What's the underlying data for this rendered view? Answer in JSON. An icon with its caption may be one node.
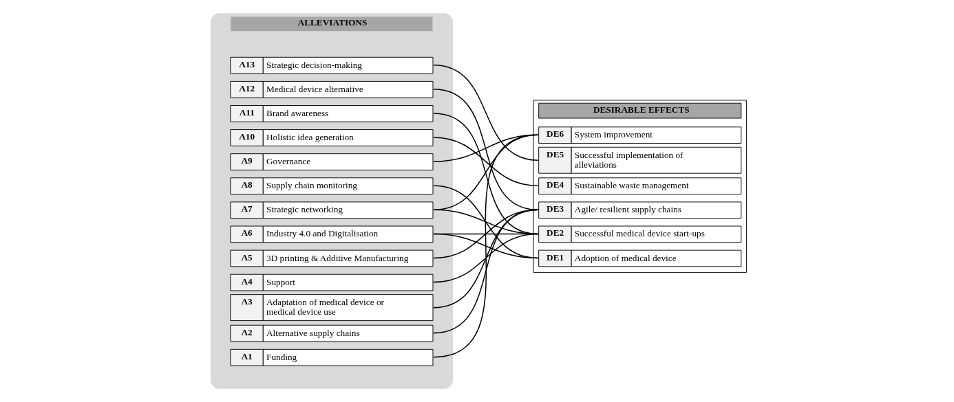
{
  "diagram": {
    "nodes": [
      {
        "text": [
          "ALLEVIATIONS"
        ]
      },
      {
        "text": [
          "A1",
          "Funding"
        ],
        "in": 0
      },
      {
        "text": [
          "A2",
          "Alternative supply chains"
        ],
        "in": 0
      },
      {
        "text": [
          "A3",
          "Adaptation of medical device or medical device use"
        ],
        "in": 0
      },
      {
        "text": [
          "A4",
          "Support"
        ],
        "in": 0
      },
      {
        "text": [
          "A5",
          "3D printing & Additive Manufacturing"
        ],
        "in": 0
      },
      {
        "text": [
          "A6",
          "Industry 4.0 and Digitalisation"
        ],
        "in": 0
      },
      {
        "text": [
          "A7",
          "Strategic networking"
        ],
        "in": 0
      },
      {
        "text": [
          "A8",
          "Supply chain monitoring"
        ],
        "in": 0
      },
      {
        "text": [
          "A9",
          "Governance"
        ],
        "in": 0
      },
      {
        "text": [
          "A10",
          "Holistic idea generation"
        ],
        "in": 0
      },
      {
        "text": [
          "A11",
          "Brand awareness"
        ],
        "in": 0
      },
      {
        "text": [
          "A12",
          "Medical device alternative"
        ],
        "in": 0
      },
      {
        "text": [
          "A13",
          "Strategic decision-making"
        ],
        "in": 0
      },
      {
        "text": [
          "DESIRABLE EFFECTS"
        ]
      },
      {
        "text": [
          "DE1",
          "Adoption of medical device"
        ],
        "in": 14
      },
      {
        "text": [
          "DE2",
          "Successful medical device start-ups"
        ],
        "in": 14
      },
      {
        "text": [
          "DE3",
          "Agile/ resilient supply chains"
        ],
        "in": 14
      },
      {
        "text": [
          "DE4",
          "Sustainable waste management"
        ],
        "in": 14
      },
      {
        "text": [
          "DE5",
          "Successful implementation of alleviations"
        ],
        "in": 14
      },
      {
        "text": [
          "DE6",
          "System improvement"
        ],
        "in": 14
      }
    ],
    "edges": [
      {
        "from": 1,
        "to": 20,
        "arrow": "none"
      },
      {
        "from": 2,
        "to": 17,
        "arrow": "none"
      },
      {
        "from": 3,
        "to": 17,
        "arrow": "none"
      },
      {
        "from": 4,
        "to": 16,
        "arrow": "none"
      },
      {
        "from": 5,
        "to": 17,
        "arrow": "none"
      },
      {
        "from": 6,
        "to": 15,
        "arrow": "none"
      },
      {
        "from": 6,
        "to": 16,
        "arrow": "none"
      },
      {
        "from": 7,
        "to": 16,
        "arrow": "none"
      },
      {
        "from": 7,
        "to": 20,
        "arrow": "none"
      },
      {
        "from": 8,
        "to": 15,
        "arrow": "none"
      },
      {
        "from": 9,
        "to": 20,
        "arrow": "none"
      },
      {
        "from": 10,
        "to": 18,
        "arrow": "none"
      },
      {
        "from": 11,
        "to": 16,
        "arrow": "none"
      },
      {
        "from": 12,
        "to": 17,
        "arrow": "none"
      },
      {
        "from": 13,
        "to": 19,
        "arrow": "none"
      }
    ]
  }
}
